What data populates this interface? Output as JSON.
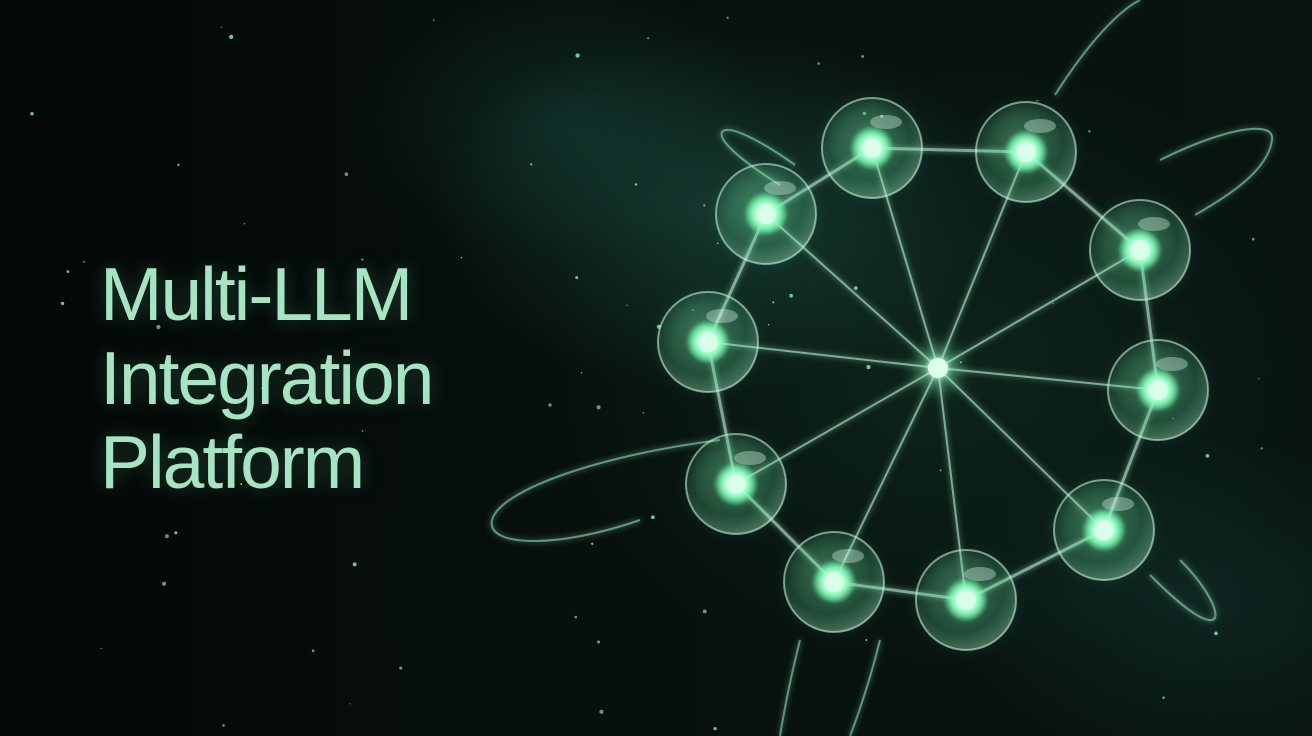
{
  "headline": {
    "line1": "Multi-LLM",
    "line2": "Integration",
    "line3": "Platform"
  },
  "palette": {
    "text": "#a6e4c3",
    "glow": "#7dffb0",
    "ring": "#bff5da",
    "background": "#050a08"
  },
  "network": {
    "node_count": 10
  }
}
